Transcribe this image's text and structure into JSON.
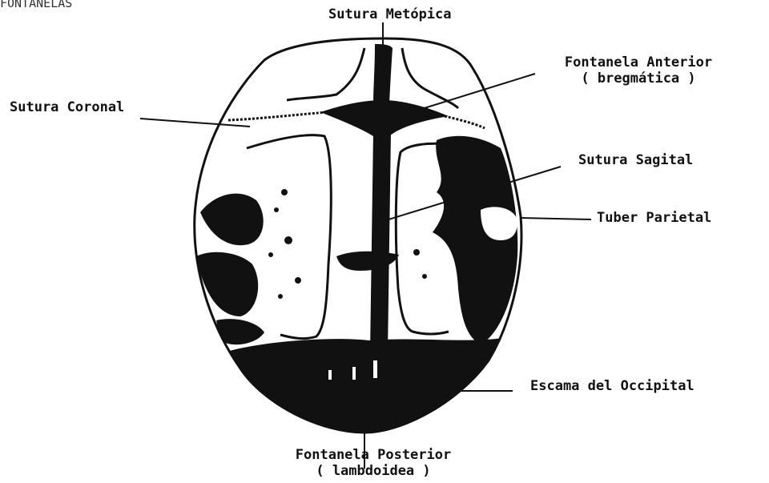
{
  "header": {
    "title": "FONTANELAS"
  },
  "labels": {
    "sutura_metopica": "Sutura Metópica",
    "fontanela_anterior_line1": "Fontanela Anterior",
    "fontanela_anterior_line2": "( bregmática )",
    "sutura_coronal": "Sutura Coronal",
    "sutura_sagital": "Sutura Sagital",
    "tuber_parietal": "Tuber Parietal",
    "escama_occipital": "Escama del Occipital",
    "fontanela_posterior_line1": "Fontanela Posterior",
    "fontanela_posterior_line2": "( lambdoidea )"
  },
  "colors": {
    "ink": "#111111",
    "paper": "#ffffff"
  }
}
